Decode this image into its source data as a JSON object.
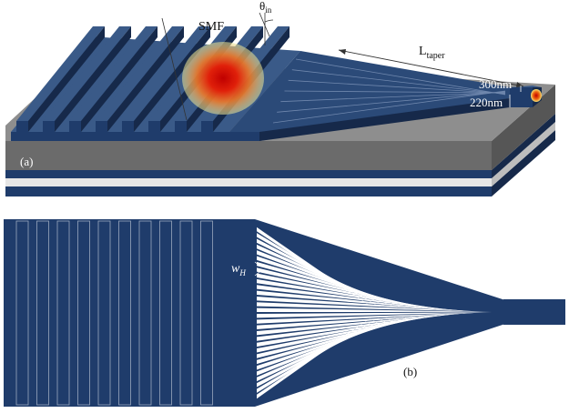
{
  "labels": {
    "smf": "SMF",
    "theta_main": "θ",
    "theta_sub": "in",
    "taper_main": "L",
    "taper_sub": "taper",
    "width_300": "300nm",
    "height_220": "220nm",
    "panel_a": "(a)",
    "panel_b": "(b)",
    "wh_main": "w",
    "wh_sub": "H"
  },
  "colors": {
    "waveguide": "#1f3c6b",
    "waveguide_top": "#3a5a88",
    "waveguide_dark": "#16294a",
    "substrate_top": "#8a8a8a",
    "substrate_front": "#6b6b6b",
    "background": "#ffffff",
    "beam_core": "#d60000",
    "beam_mid": "#e8401a",
    "beam_edge": "#e9e79a"
  },
  "structure": {
    "grating_periods_3d": 8,
    "grating_slots_plan": 10,
    "taper_fingers": 30
  }
}
